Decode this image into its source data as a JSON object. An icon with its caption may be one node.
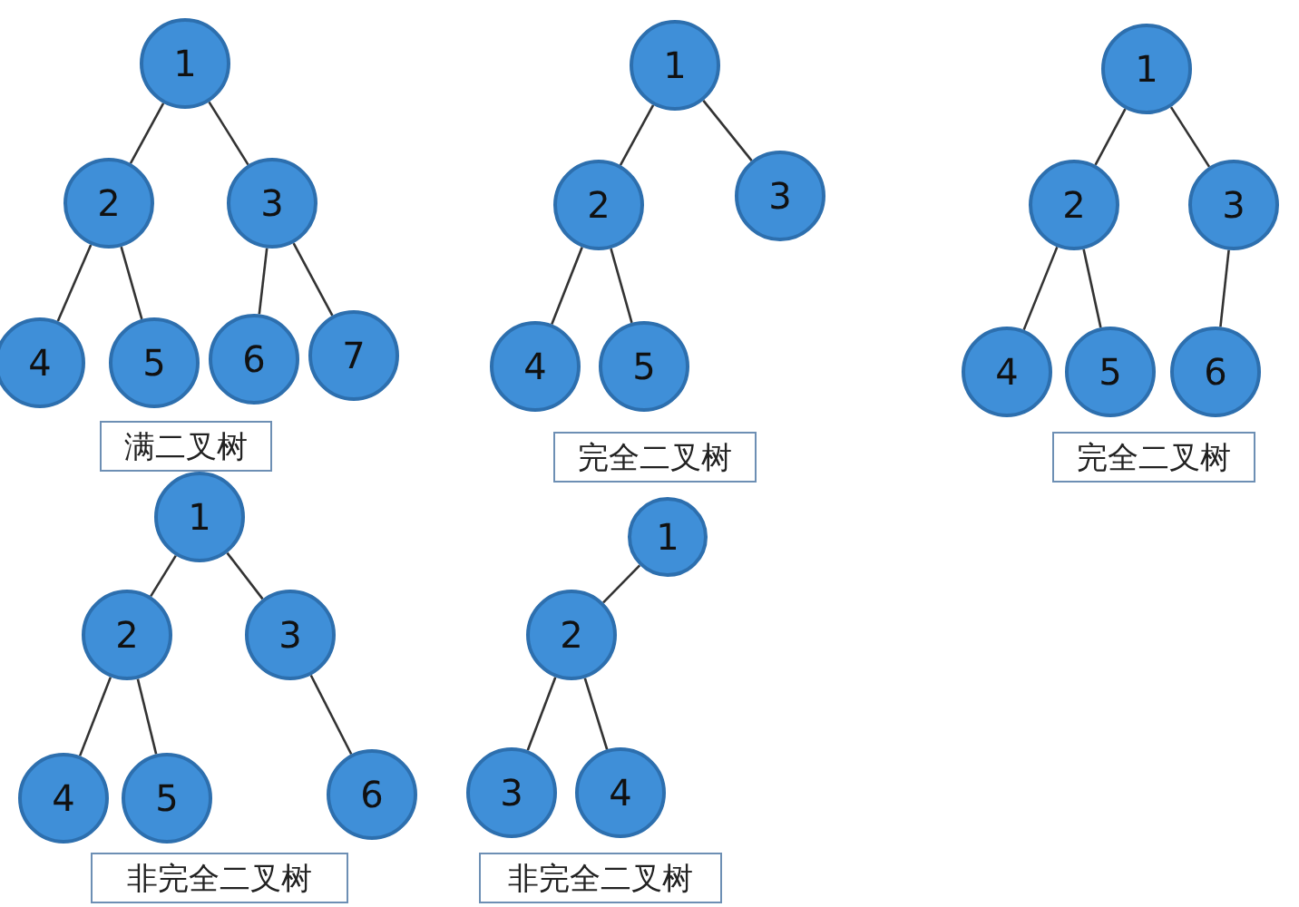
{
  "diagram": {
    "nodes": [
      {
        "text": [
          "1"
        ]
      },
      {
        "text": [
          "2"
        ]
      },
      {
        "text": [
          "3"
        ]
      },
      {
        "text": [
          "4"
        ]
      },
      {
        "text": [
          "5"
        ]
      },
      {
        "text": [
          "6"
        ]
      },
      {
        "text": [
          "7"
        ]
      },
      {
        "text": [
          "满二叉树"
        ]
      },
      {
        "text": [
          "1"
        ]
      },
      {
        "text": [
          "2"
        ]
      },
      {
        "text": [
          "3"
        ]
      },
      {
        "text": [
          "4"
        ]
      },
      {
        "text": [
          "5"
        ]
      },
      {
        "text": [
          "完全二叉树"
        ]
      },
      {
        "text": [
          "1"
        ]
      },
      {
        "text": [
          "2"
        ]
      },
      {
        "text": [
          "3"
        ]
      },
      {
        "text": [
          "4"
        ]
      },
      {
        "text": [
          "5"
        ]
      },
      {
        "text": [
          "6"
        ]
      },
      {
        "text": [
          "完全二叉树"
        ]
      },
      {
        "text": [
          "1"
        ]
      },
      {
        "text": [
          "2"
        ]
      },
      {
        "text": [
          "3"
        ]
      },
      {
        "text": [
          "4"
        ]
      },
      {
        "text": [
          "5"
        ]
      },
      {
        "text": [
          "6"
        ]
      },
      {
        "text": [
          "非完全二叉树"
        ]
      },
      {
        "text": [
          "1"
        ]
      },
      {
        "text": [
          "2"
        ]
      },
      {
        "text": [
          "3"
        ]
      },
      {
        "text": [
          "4"
        ]
      },
      {
        "text": [
          "非完全二叉树"
        ]
      }
    ],
    "edges": [
      {
        "from": 0,
        "to": 1,
        "arrow": "none"
      },
      {
        "from": 0,
        "to": 2,
        "arrow": "none"
      },
      {
        "from": 1,
        "to": 3,
        "arrow": "none"
      },
      {
        "from": 1,
        "to": 4,
        "arrow": "none"
      },
      {
        "from": 2,
        "to": 5,
        "arrow": "none"
      },
      {
        "from": 2,
        "to": 6,
        "arrow": "none"
      },
      {
        "from": 8,
        "to": 9,
        "arrow": "none"
      },
      {
        "from": 8,
        "to": 10,
        "arrow": "none"
      },
      {
        "from": 9,
        "to": 11,
        "arrow": "none"
      },
      {
        "from": 9,
        "to": 12,
        "arrow": "none"
      },
      {
        "from": 14,
        "to": 15,
        "arrow": "none"
      },
      {
        "from": 14,
        "to": 16,
        "arrow": "none"
      },
      {
        "from": 15,
        "to": 17,
        "arrow": "none"
      },
      {
        "from": 15,
        "to": 18,
        "arrow": "none"
      },
      {
        "from": 16,
        "to": 19,
        "arrow": "none"
      },
      {
        "from": 21,
        "to": 22,
        "arrow": "none"
      },
      {
        "from": 21,
        "to": 23,
        "arrow": "none"
      },
      {
        "from": 22,
        "to": 24,
        "arrow": "none"
      },
      {
        "from": 22,
        "to": 25,
        "arrow": "none"
      },
      {
        "from": 23,
        "to": 26,
        "arrow": "none"
      },
      {
        "from": 28,
        "to": 29,
        "arrow": "none"
      },
      {
        "from": 29,
        "to": 30,
        "arrow": "none"
      },
      {
        "from": 29,
        "to": 31,
        "arrow": "none"
      }
    ]
  }
}
